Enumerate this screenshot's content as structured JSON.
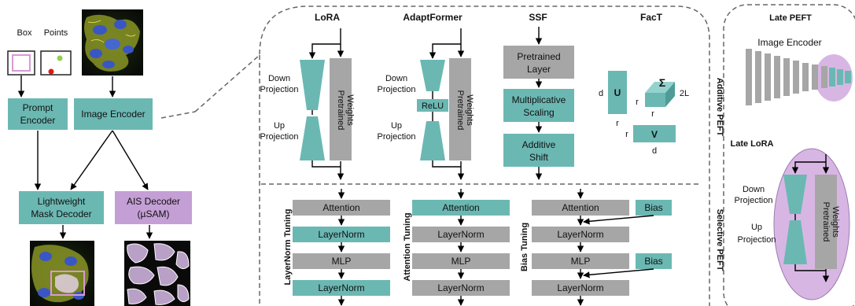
{
  "left": {
    "box_label": "Box",
    "points_label": "Points",
    "prompt_encoder": [
      "Prompt",
      "Encoder"
    ],
    "image_encoder": "Image Encoder",
    "mask_decoder": [
      "Lightweight",
      "Mask Decoder"
    ],
    "ais_decoder": [
      "AIS Decoder",
      "(µSAM)"
    ]
  },
  "additive": {
    "side_label": "Additive PEFT",
    "lora": {
      "title": "LoRA",
      "down": [
        "Down",
        "Projection"
      ],
      "up": [
        "Up",
        "Projection"
      ],
      "weights": [
        "Pretrained",
        "Weights"
      ]
    },
    "adaptformer": {
      "title": "AdaptFormer",
      "down": [
        "Down",
        "Projection"
      ],
      "relu": "ReLU",
      "up": [
        "Up",
        "Projection"
      ],
      "weights": [
        "Pretrained",
        "Weights"
      ]
    },
    "ssf": {
      "title": "SSF",
      "layer": [
        "Pretrained",
        "Layer"
      ],
      "scaling": [
        "Multiplicative",
        "Scaling"
      ],
      "shift": [
        "Additive",
        "Shift"
      ]
    },
    "fact": {
      "title": "FacT",
      "u": "U",
      "v": "V",
      "sigma": "Σ",
      "d1": "d",
      "r1": "r",
      "r2": "r",
      "l2": "2L",
      "r3": "r",
      "d2": "d",
      "r4": "r"
    }
  },
  "selective": {
    "side_label": "Selective PEFT",
    "layernorm_tuning": {
      "label": "LayerNorm Tuning",
      "blocks": [
        "Attention",
        "LayerNorm",
        "MLP",
        "LayerNorm"
      ]
    },
    "attention_tuning": {
      "label": "Attention Tuning",
      "blocks": [
        "Attention",
        "LayerNorm",
        "MLP",
        "LayerNorm"
      ]
    },
    "bias_tuning": {
      "label": "Bias Tuning",
      "blocks": [
        "Attention",
        "LayerNorm",
        "MLP",
        "LayerNorm"
      ],
      "bias": "Bias"
    }
  },
  "late": {
    "title": "Late PEFT",
    "image_encoder": "Image  Encoder",
    "late_lora_title": "Late LoRA",
    "down": [
      "Down",
      "Projection"
    ],
    "up": [
      "Up",
      "Projection"
    ],
    "weights": [
      "Pretrained",
      "Weights"
    ]
  },
  "colors": {
    "teal": "#6bb8b3",
    "gray": "#a6a6a6",
    "purple": "#c49fd5",
    "purple_light": "#d8b6e4",
    "dash": "#666666",
    "box_pink": "#d79ad6",
    "point_green": "#8fd14f",
    "point_red": "#e01818"
  }
}
